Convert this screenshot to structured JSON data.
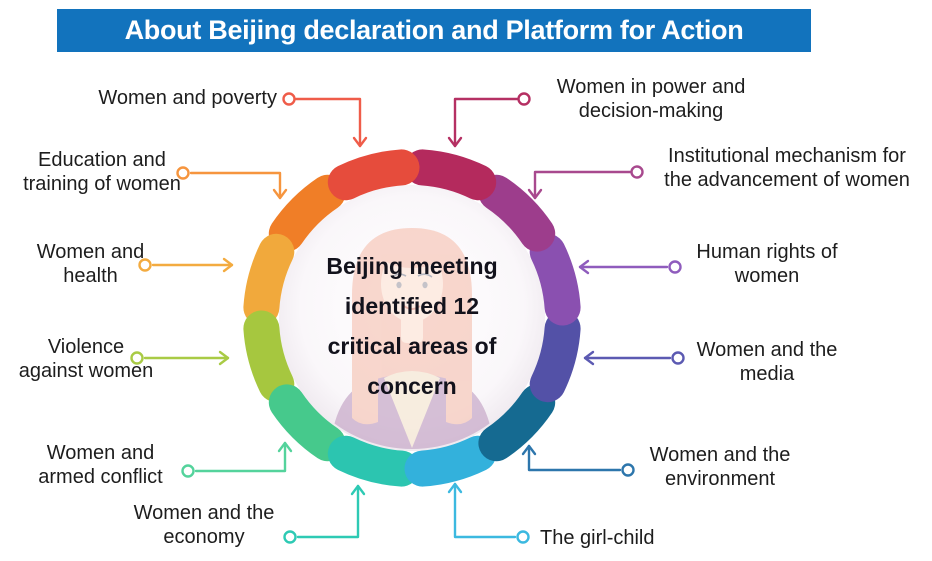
{
  "title": {
    "label": "About Beijing declaration and Platform for Action"
  },
  "center": {
    "text": "Beijing meeting\nidentified 12\ncritical areas of\nconcern"
  },
  "colors": {
    "title_bg": "#1273bd",
    "title_fg": "#ffffff",
    "label_fg": "#1d1d1d",
    "center_fg": "#12121c",
    "center_circle_edge": "#eae3ea"
  },
  "illustration": {
    "hair": "#f7cdc1",
    "skin": "#fde8dd",
    "top": "#ccb1cd",
    "vneck": "#f7ead9",
    "feature": "#7d8aa0",
    "mouth": "#e8a79b"
  },
  "areas": [
    {
      "id": "women-and-poverty",
      "text": "Women and poverty",
      "segment_color": "#e64c3c",
      "line_color": "#ef5c49"
    },
    {
      "id": "women-in-power",
      "text": "Women in power and\ndecision-making",
      "segment_color": "#b42a5d",
      "line_color": "#b53063"
    },
    {
      "id": "institutional-mechanism",
      "text": "Institutional mechanism for\nthe advancement of women",
      "segment_color": "#9d3d8c",
      "line_color": "#a8498e"
    },
    {
      "id": "human-rights-of-women",
      "text": "Human rights of\nwomen",
      "segment_color": "#8a50b0",
      "line_color": "#8f5cbd"
    },
    {
      "id": "women-and-the-media",
      "text": "Women and the\nmedia",
      "segment_color": "#5351a7",
      "line_color": "#5c5ab2"
    },
    {
      "id": "women-and-environment",
      "text": "Women and the\nenvironment",
      "segment_color": "#156a91",
      "line_color": "#2d76ac"
    },
    {
      "id": "the-girl-child",
      "text": "The girl-child",
      "segment_color": "#33b1dc",
      "line_color": "#3cb9e0"
    },
    {
      "id": "women-and-the-economy",
      "text": "Women and the\neconomy",
      "segment_color": "#2cc5b0",
      "line_color": "#2ecab4"
    },
    {
      "id": "women-and-armed-conflict",
      "text": "Women and\narmed conflict",
      "segment_color": "#46c98c",
      "line_color": "#54d39c"
    },
    {
      "id": "violence-against-women",
      "text": "Violence\nagainst women",
      "segment_color": "#a6c73f",
      "line_color": "#a9cb45"
    },
    {
      "id": "women-and-health",
      "text": "Women and\nhealth",
      "segment_color": "#f1a93c",
      "line_color": "#f3ab40"
    },
    {
      "id": "education-and-training",
      "text": "Education and\ntraining of women",
      "segment_color": "#f07e27",
      "line_color": "#f6953e"
    }
  ]
}
